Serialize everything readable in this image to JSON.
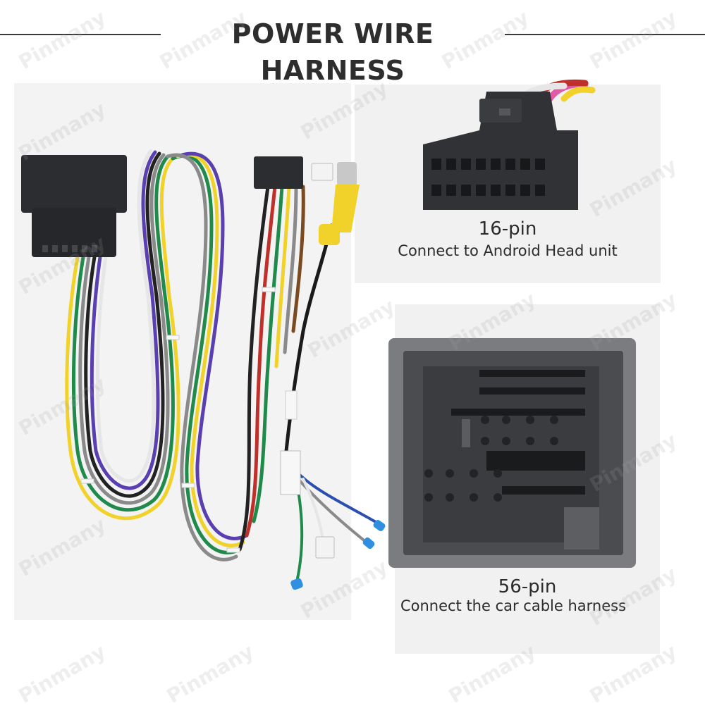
{
  "header": {
    "title": "POWER WIRE HARNESS"
  },
  "pin16": {
    "label": "16-pin",
    "description": "Connect to Android Head unit"
  },
  "pin56": {
    "label": "56-pin",
    "description": "Connect the car cable harness"
  },
  "watermark": {
    "text": "Pinmany"
  },
  "colors": {
    "background": "#ffffff",
    "panel": "#f1f1f1",
    "connector": "#2b2d30",
    "rca": "#f0d22a"
  }
}
